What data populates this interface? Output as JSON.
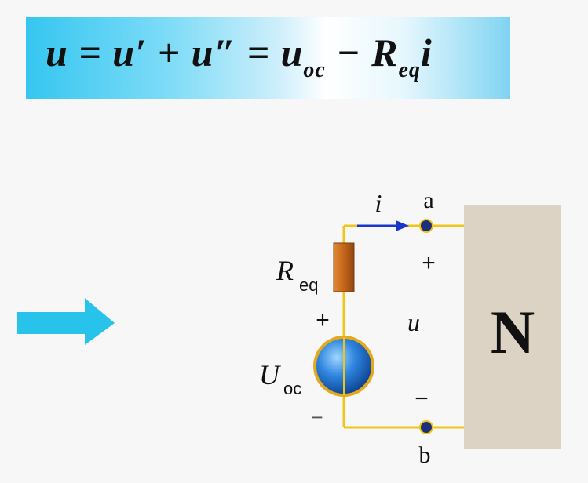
{
  "formula": {
    "main": "u = u′ + u″ = u",
    "oc_sub": "oc",
    "minus_R": " − R",
    "eq_sub": "eq",
    "i_end": "i"
  },
  "circuit": {
    "current_label": "i",
    "node_a_label": "a",
    "node_b_label": "b",
    "resistor_label_main": "R",
    "resistor_label_sub": "eq",
    "source_label_main": "U",
    "source_label_sub": "oc",
    "plus_source": "+",
    "minus_source": "−",
    "plus_port": "+",
    "minus_port": "−",
    "voltage_label": "u",
    "network_label": "N"
  },
  "colors": {
    "wire": "#f0c419",
    "resistor": "#cd6f1d",
    "source": "#1e6fcf",
    "current_arrow": "#1a35c9",
    "network_box": "#dcd3c4",
    "big_arrow": "#27c3ea"
  }
}
